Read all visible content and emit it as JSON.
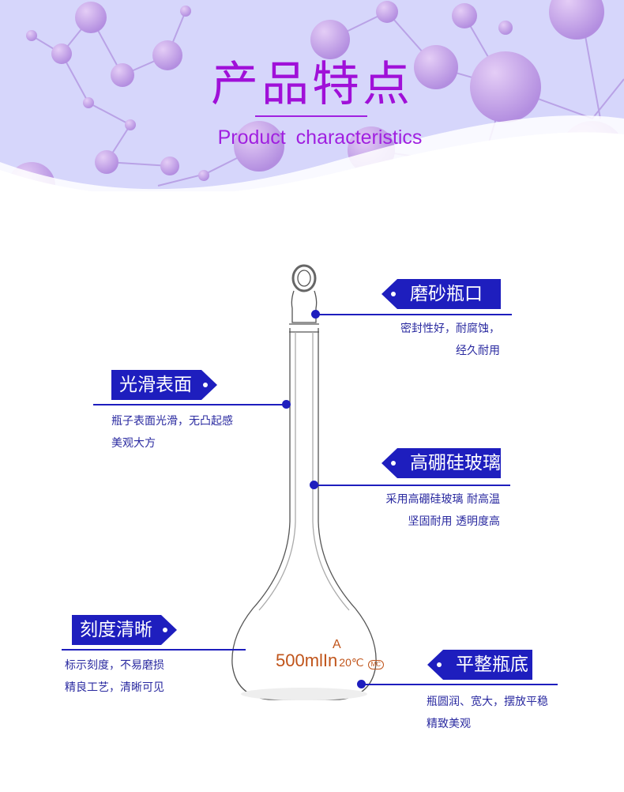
{
  "header": {
    "title": "产品特点",
    "subtitle": "Product  characteristics"
  },
  "colors": {
    "accent": "#1e1ebe",
    "title": "#a010d8",
    "background": "#d6d6fb"
  },
  "flask": {
    "grade": "A",
    "volume": "500mlIn",
    "temp": "20℃",
    "brand": "MC"
  },
  "features": [
    {
      "label": "磨砂瓶口",
      "lines": [
        "密封性好，耐腐蚀，",
        "经久耐用"
      ]
    },
    {
      "label": "光滑表面",
      "lines": [
        "瓶子表面光滑，无凸起感",
        "美观大方"
      ]
    },
    {
      "label": "高硼硅玻璃",
      "lines": [
        "采用高硼硅玻璃 耐高温",
        "坚固耐用 透明度高"
      ]
    },
    {
      "label": "刻度清晰",
      "lines": [
        "标示刻度，不易磨损",
        "精良工艺，清晰可见"
      ]
    },
    {
      "label": "平整瓶底",
      "lines": [
        "瓶圆润、宽大，摆放平稳",
        "精致美观"
      ]
    }
  ]
}
